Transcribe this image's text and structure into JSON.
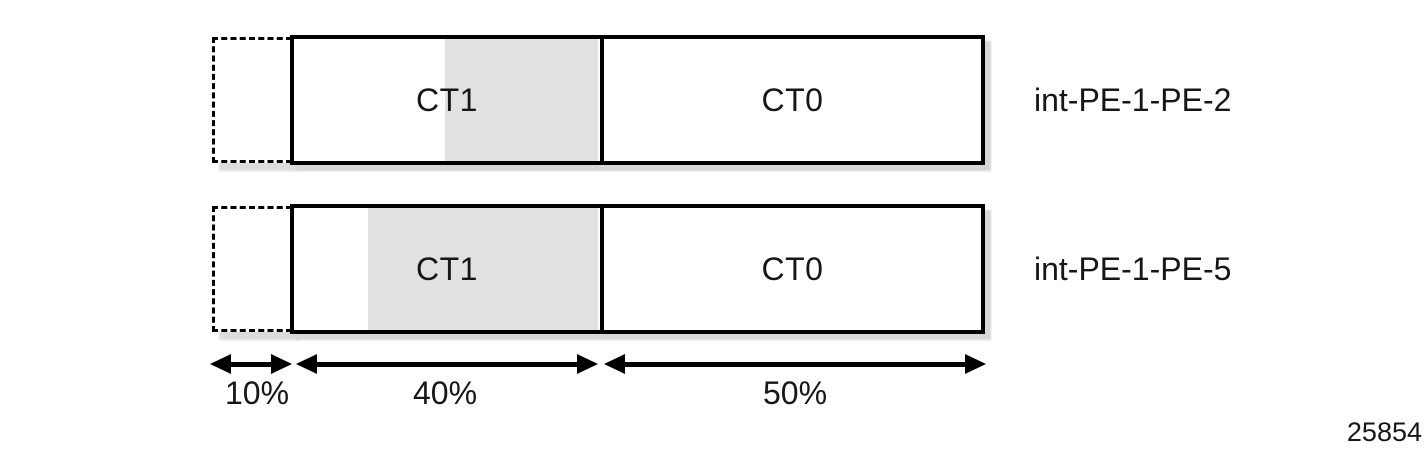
{
  "bars": [
    {
      "label": "int-PE-1-PE-2",
      "segments": [
        "CT1",
        "CT0"
      ]
    },
    {
      "label": "int-PE-1-PE-5",
      "segments": [
        "CT1",
        "CT0"
      ]
    }
  ],
  "scale": [
    {
      "label": "10%"
    },
    {
      "label": "40%"
    },
    {
      "label": "50%"
    }
  ],
  "figure_number": "25854",
  "colors": {
    "used_fill": "#e1e1e1",
    "shadow": "#d6d6d6",
    "line": "#000000"
  }
}
